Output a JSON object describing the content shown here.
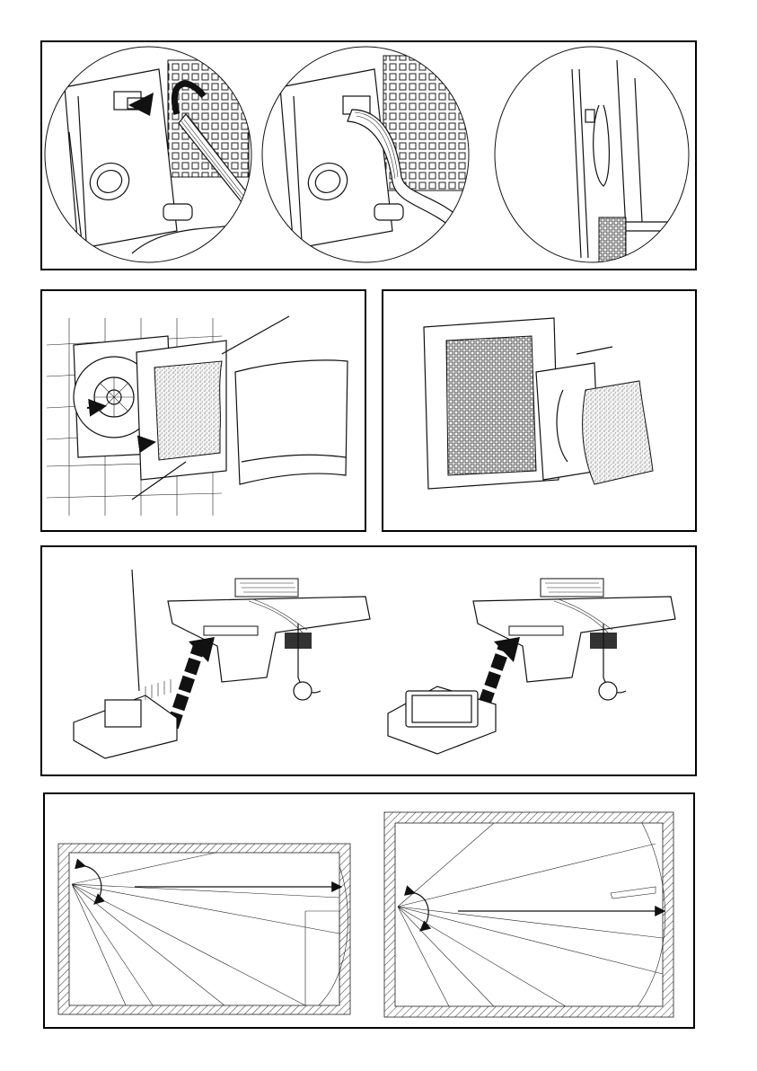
{
  "document": {
    "type": "installation-instructions-illustration-page",
    "text_labels": []
  },
  "figures": [
    {
      "name": "cable-connection-figure",
      "panels": [
        "cable-unplug-detail",
        "cable-routing-detail",
        "cable-side-detail"
      ]
    },
    {
      "name": "fan-filter-assembly-figure"
    },
    {
      "name": "filter-removal-figure"
    },
    {
      "name": "module-insertion-figure",
      "panels": [
        "sensor-module-insertion",
        "display-module-insertion"
      ]
    },
    {
      "name": "room-coverage-figure",
      "panels": [
        "coverage-wide-room",
        "coverage-square-room"
      ]
    }
  ],
  "colors": {
    "line": "#111111",
    "background": "#ffffff",
    "filter_dots": "#555555"
  },
  "icons": [
    "curved-arrow-icon",
    "insert-arrow-icon",
    "range-arrow-icon",
    "angle-arc-icon"
  ]
}
